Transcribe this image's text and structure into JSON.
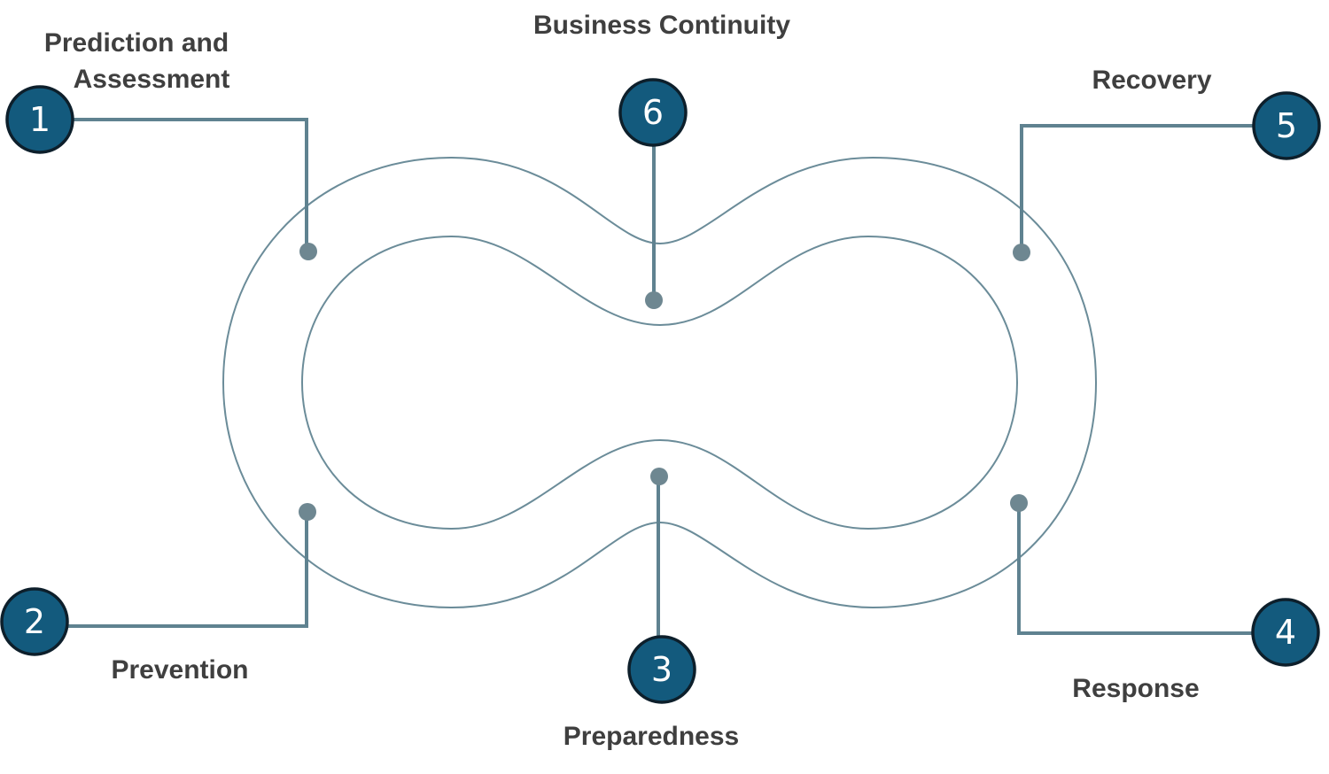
{
  "diagram": {
    "title": "Business Continuity",
    "stages": [
      {
        "number": "1",
        "label_lines": [
          "Prediction and",
          "Assessment"
        ]
      },
      {
        "number": "2",
        "label_lines": [
          "Prevention"
        ]
      },
      {
        "number": "3",
        "label_lines": [
          "Preparedness"
        ]
      },
      {
        "number": "4",
        "label_lines": [
          "Response"
        ]
      },
      {
        "number": "5",
        "label_lines": [
          "Recovery"
        ]
      },
      {
        "number": "6",
        "label_lines": [
          "Business Continuity"
        ]
      }
    ],
    "colors": {
      "badge_fill": "#135a7d",
      "badge_border": "#0d1f2b",
      "connector": "#5f8290",
      "ring_outline": "#6b8c99",
      "label_text": "#3f3f3f"
    }
  }
}
